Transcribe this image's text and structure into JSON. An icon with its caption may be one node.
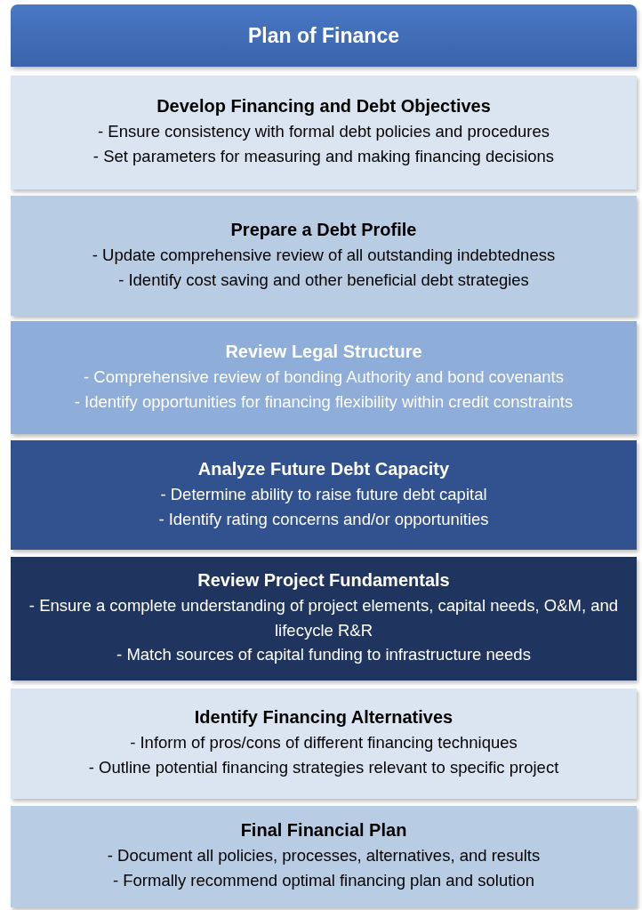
{
  "diagram": {
    "nodes": [
      {
        "text": [
          "Plan of Finance"
        ]
      },
      {
        "text": [
          "Develop Financing and Debt Objectives",
          "- Ensure consistency with formal debt policies and procedures",
          "- Set parameters for measuring and making financing decisions"
        ]
      },
      {
        "text": [
          "Prepare a Debt Profile",
          "- Update comprehensive review of all outstanding indebtedness",
          "- Identify cost saving and other beneficial debt strategies"
        ]
      },
      {
        "text": [
          "Review Legal Structure",
          "- Comprehensive review of bonding Authority and bond covenants",
          "- Identify opportunities for financing flexibility within credit constraints"
        ]
      },
      {
        "text": [
          "Analyze Future Debt Capacity",
          "- Determine ability to raise future debt capital",
          "- Identify rating concerns and/or opportunities"
        ]
      },
      {
        "text": [
          "Review Project Fundamentals",
          "- Ensure a complete understanding of project elements, capital needs, O&M, and lifecycle R&R",
          "- Match sources of capital funding to infrastructure needs"
        ]
      },
      {
        "text": [
          "Identify Financing Alternatives",
          "- Inform of pros/cons of different financing techniques",
          "- Outline potential financing strategies relevant to specific project"
        ]
      },
      {
        "text": [
          "Final Financial Plan",
          "- Document all policies, processes, alternatives, and results",
          "- Formally recommend optimal financing plan and solution"
        ]
      }
    ]
  }
}
